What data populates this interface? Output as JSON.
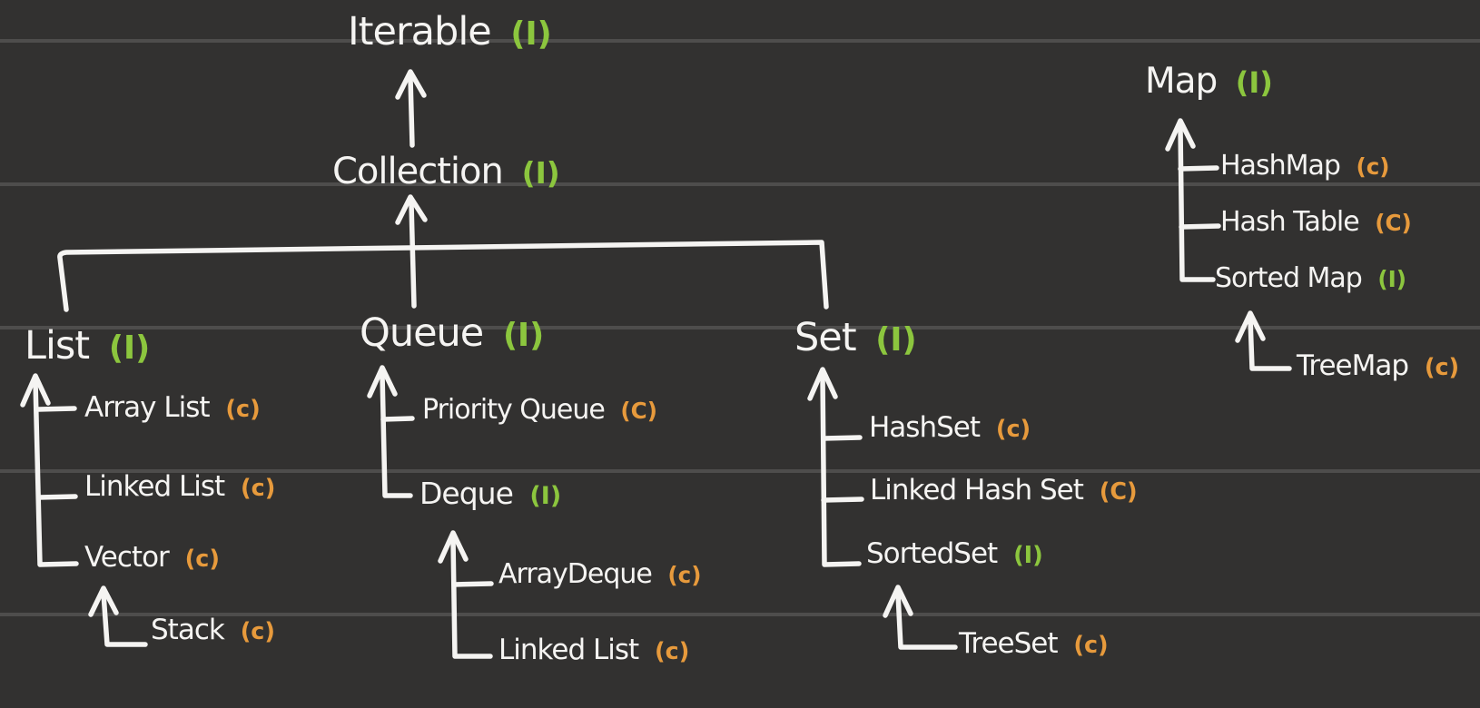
{
  "palette": {
    "background": "#323130",
    "ruled_line": "#4e4d4c",
    "line_stroke": "#f5f4f2",
    "text": "#f5f4f2",
    "interface_marker_color": "#8cc63e",
    "class_marker_color": "#e79a3c"
  },
  "nodes": {
    "iterable": {
      "name": "Iterable",
      "marker": "(I)"
    },
    "collection": {
      "name": "Collection",
      "marker": "(I)"
    },
    "list": {
      "name": "List",
      "marker": "(I)"
    },
    "queue": {
      "name": "Queue",
      "marker": "(I)"
    },
    "set": {
      "name": "Set",
      "marker": "(I)"
    },
    "map": {
      "name": "Map",
      "marker": "(I)"
    },
    "array_list": {
      "name": "Array List",
      "marker": "(c)"
    },
    "linked_list": {
      "name": "Linked List",
      "marker": "(c)"
    },
    "vector": {
      "name": "Vector",
      "marker": "(c)"
    },
    "stack": {
      "name": "Stack",
      "marker": "(c)"
    },
    "priority_queue": {
      "name": "Priority Queue",
      "marker": "(C)"
    },
    "deque": {
      "name": "Deque",
      "marker": "(I)"
    },
    "array_deque": {
      "name": "ArrayDeque",
      "marker": "(c)"
    },
    "linked_list_2": {
      "name": "Linked List",
      "marker": "(c)"
    },
    "hash_set": {
      "name": "HashSet",
      "marker": "(c)"
    },
    "linked_hash_set": {
      "name": "Linked Hash Set",
      "marker": "(C)"
    },
    "sorted_set": {
      "name": "SortedSet",
      "marker": "(I)"
    },
    "tree_set": {
      "name": "TreeSet",
      "marker": "(c)"
    },
    "hash_map": {
      "name": "HashMap",
      "marker": "(c)"
    },
    "hash_table": {
      "name": "Hash Table",
      "marker": "(C)"
    },
    "sorted_map": {
      "name": "Sorted Map",
      "marker": "(I)"
    },
    "tree_map": {
      "name": "TreeMap",
      "marker": "(c)"
    }
  },
  "hierarchy": {
    "iterable": [
      "collection"
    ],
    "collection": [
      "list",
      "queue",
      "set"
    ],
    "list": [
      "array_list",
      "linked_list",
      "vector"
    ],
    "vector": [
      "stack"
    ],
    "queue": [
      "priority_queue",
      "deque"
    ],
    "deque": [
      "array_deque",
      "linked_list_2"
    ],
    "set": [
      "hash_set",
      "linked_hash_set",
      "sorted_set"
    ],
    "sorted_set": [
      "tree_set"
    ],
    "map": [
      "hash_map",
      "hash_table",
      "sorted_map"
    ],
    "sorted_map": [
      "tree_map"
    ]
  }
}
